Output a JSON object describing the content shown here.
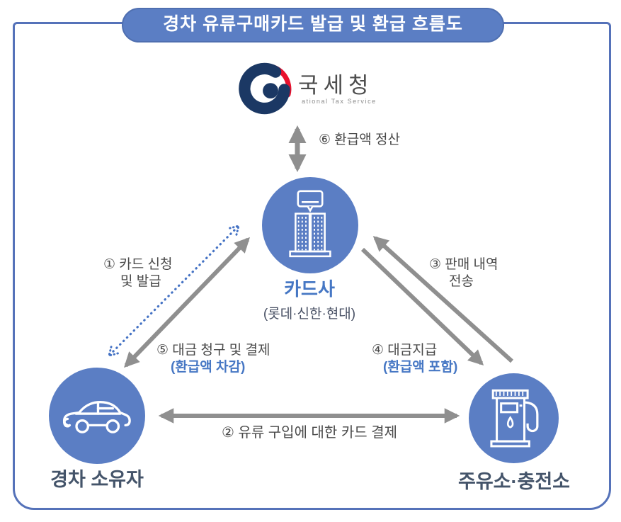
{
  "title": "경차 유류구매카드 발급 및 환급 흐름도",
  "logo": {
    "name": "국세청",
    "subtitle": "ational Tax Service"
  },
  "nodes": {
    "card_company": {
      "label": "카드사",
      "sublabel": "(롯데·신한·현대)",
      "icon": "building-icon"
    },
    "car_owner": {
      "label": "경차 소유자",
      "icon": "car-icon"
    },
    "gas_station": {
      "label": "주유소·충전소",
      "icon": "fuel-pump-icon"
    },
    "tax_service": {
      "label": "국세청",
      "icon": "korea-gov-emblem"
    }
  },
  "flows": {
    "1": {
      "line1": "① 카드 신청",
      "line2": "및 발급",
      "between": "경차 소유자 ↔ 카드사",
      "style": "dotted-blue and solid-gray double arrows"
    },
    "2": {
      "label": "② 유류 구입에 대한 카드 결제",
      "between": "경차 소유자 ↔ 주유소·충전소",
      "style": "solid-gray double arrow"
    },
    "3": {
      "line1": "③ 판매 내역",
      "line2": "전송",
      "between": "주유소·충전소 → 카드사",
      "style": "solid-gray arrow"
    },
    "4": {
      "label": "④ 대금지급",
      "sublabel": "(환급액 포함)",
      "between": "카드사 → 주유소·충전소",
      "style": "solid-gray arrow"
    },
    "5": {
      "label": "⑤ 대금 청구 및 결제",
      "sublabel": "(환급액 차감)",
      "between": "카드사 ↔ 경차 소유자",
      "style": "label"
    },
    "6": {
      "label": "⑥ 환급액 정산",
      "between": "국세청 ↔ 카드사",
      "style": "solid-gray double arrow"
    }
  },
  "colors": {
    "primary_blue": "#5b7ec4",
    "border_blue": "#5572b9",
    "arrow_gray": "#8f8f8f",
    "dotted_arrow_blue": "#4472c4",
    "label_dark": "#4a4a4a",
    "node_name_navy": "#44546a",
    "accent_text_blue": "#4677c4",
    "emblem_navy": "#1b3864",
    "emblem_red": "#e8112d"
  }
}
